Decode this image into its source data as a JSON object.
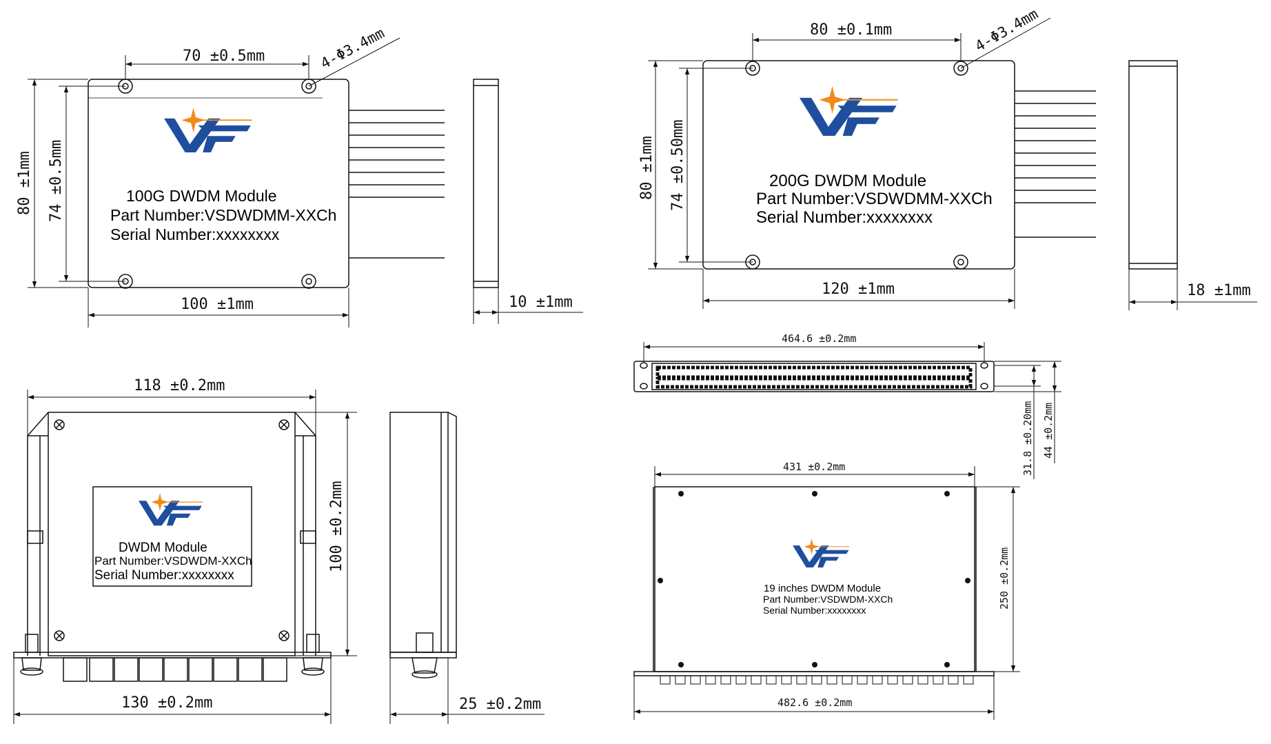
{
  "colors": {
    "line": "#111111",
    "logo_blue": "#1f4e9e",
    "logo_orange": "#f08a1c",
    "fill": "#ffffff"
  },
  "modules": {
    "m100g": {
      "name": "100G DWDM Module",
      "part": "Part Number:VSDWDMM-XXCh",
      "serial": "Serial Number:xxxxxxxx",
      "dims": {
        "hole_pitch": "70 ±0.5mm",
        "holes": "4-Φ3.4mm",
        "height": "80 ±1mm",
        "inner_height": "74 ±0.5mm",
        "width": "100 ±1mm",
        "thickness": "10 ±1mm"
      }
    },
    "m200g": {
      "name": "200G DWDM Module",
      "part": "Part Number:VSDWDMM-XXCh",
      "serial": "Serial Number:xxxxxxxx",
      "dims": {
        "hole_pitch": "80 ±0.1mm",
        "holes": "4-Φ3.4mm",
        "height": "80 ±1mm",
        "inner_height": "74 ±0.50mm",
        "width": "120 ±1mm",
        "thickness": "18 ±1mm"
      }
    },
    "cassette": {
      "name": "DWDM Module",
      "part": "Part Number:VSDWDM-XXCh",
      "serial": "Serial Number:xxxxxxxx",
      "dims": {
        "top_width": "118 ±0.2mm",
        "height": "100 ±0.2mm",
        "width": "130 ±0.2mm",
        "depth": "25 ±0.2mm"
      }
    },
    "rack": {
      "name": "19 inches DWDM Module",
      "part": "Part Number:VSDWDM-XXCh",
      "serial": "Serial Number:xxxxxxxx",
      "dims": {
        "mount_width": "464.6 ±0.2mm",
        "front_inner": "31.8 ±0.20mm",
        "front_height": "44 ±0.2mm",
        "body_width": "431 ±0.2mm",
        "depth": "250 ±0.2mm",
        "total_width": "482.6 ±0.2mm"
      }
    }
  }
}
